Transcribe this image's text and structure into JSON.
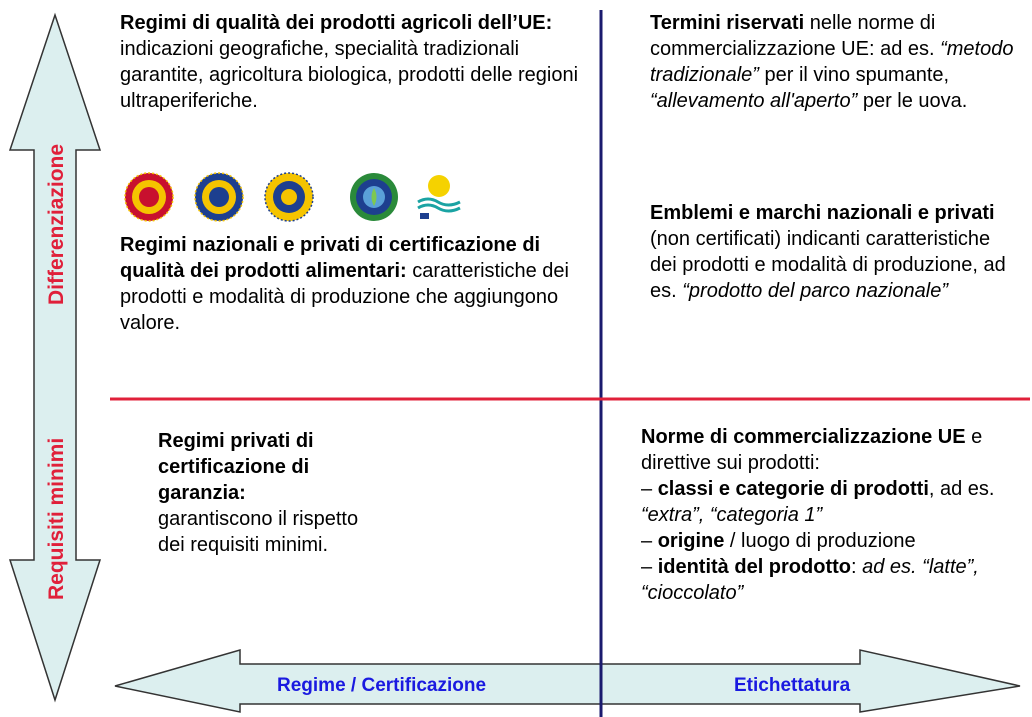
{
  "axes": {
    "vertical_top_label": "Differenziazione",
    "vertical_bottom_label": "Requisiti minimi",
    "horizontal_left_label": "Regime / Certificazione",
    "horizontal_right_label": "Etichettatura"
  },
  "colors": {
    "arrow_fill": "#dcefef",
    "arrow_stroke": "#333333",
    "divider_vertical": "#1a1a6e",
    "divider_horizontal": "#e0203a",
    "label_red": "#e0203a",
    "label_blue": "#1a1ae0"
  },
  "top_left": {
    "p1": {
      "bold": "Regimi di qualità dei prodotti agricoli dell’UE:",
      "text": " indicazioni geografiche, specialità tradizionali garantite, agricoltura biologica, prodotti delle regioni ultraperiferiche."
    },
    "logos": [
      "dop-seal-icon",
      "igp-seal-icon",
      "stg-seal-icon",
      "organic-seal-icon",
      "outermost-regions-icon"
    ],
    "p2": {
      "bold": "Regimi nazionali e privati di certificazione di qualità dei prodotti alimentari:",
      "text": " caratteristiche dei prodotti e modalità di produzione che aggiungono valore."
    }
  },
  "top_right": {
    "p1": {
      "bold": "Termini riservati",
      "text1": " nelle norme di commercializzazione UE: ad es. ",
      "italic1": "“metodo tradizionale”",
      "text2": " per il vino spumante, ",
      "italic2": "“allevamento all'aperto”",
      "text3": " per le uova."
    },
    "p2": {
      "bold": "Emblemi e marchi nazionali e privati",
      "text": " (non certificati) indicanti caratteristiche dei prodotti e modalità di produzione, ad es. ",
      "italic": "“prodotto del parco nazionale”"
    }
  },
  "bottom_left": {
    "bold": "Regimi privati di certificazione di garanzia:",
    "text": "garantiscono il rispetto dei requisiti minimi."
  },
  "bottom_right": {
    "l1_bold": "Norme di commercializzazione UE",
    "l1_text": " e direttive sui prodotti:",
    "l2_dash": "– ",
    "l2_bold": "classi e categorie di prodotti",
    "l2_text": ", ad es. ",
    "l2_italic": "“extra”, “categoria 1”",
    "l3_dash": "– ",
    "l3_bold": "origine",
    "l3_text": " / luogo di produzione",
    "l4_dash": "– ",
    "l4_bold": "identità del prodotto",
    "l4_text": ": ",
    "l4_italic": "ad es. “latte”, “cioccolato”"
  }
}
